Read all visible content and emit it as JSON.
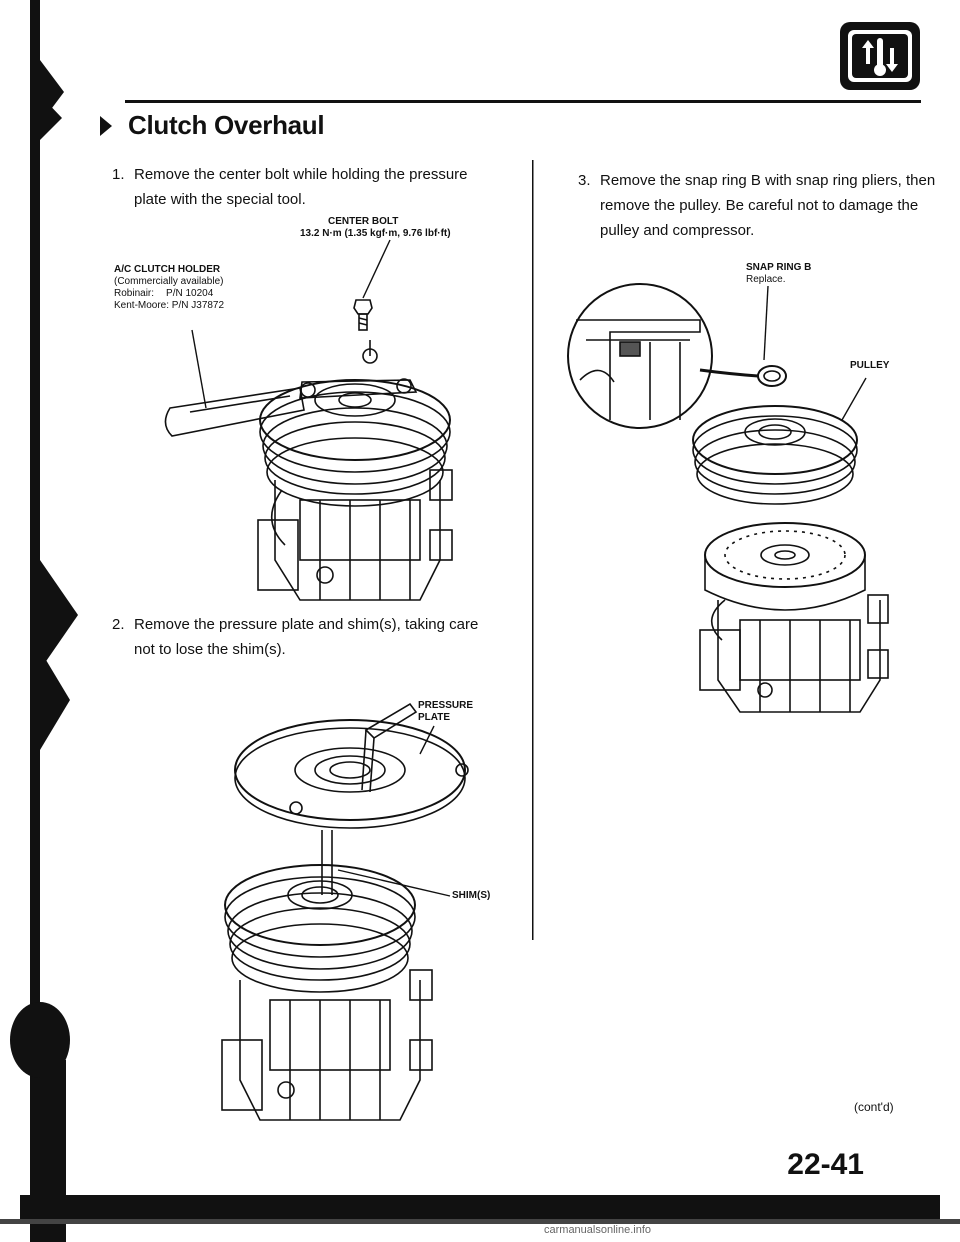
{
  "section": {
    "title": "Clutch Overhaul"
  },
  "steps": [
    {
      "number": "1.",
      "line1": "Remove the center bolt while holding the pressure",
      "line2": "plate with the special tool."
    },
    {
      "number": "2.",
      "line1": "Remove the pressure plate and shim(s), taking care",
      "line2": "not to lose the shim(s)."
    },
    {
      "number": "3.",
      "line1": "Remove the snap ring B with snap ring pliers, then",
      "line2": "remove the pulley. Be careful not to damage the",
      "line3": "pulley and compressor."
    }
  ],
  "callouts": {
    "center_bolt_title": "CENTER BOLT",
    "center_bolt_torque": "13.2 N·m (1.35 kgf·m, 9.76 lbf·ft)",
    "holder_title": "A/C CLUTCH HOLDER",
    "holder_note": "(Commercially available)",
    "holder_robinair_label": "Robinair:",
    "holder_robinair_pn": "P/N 10204",
    "holder_kentmoore": "Kent-Moore: P/N J37872",
    "pressure_plate_1": "PRESSURE",
    "pressure_plate_2": "PLATE",
    "shims": "SHIM(S)",
    "snap_ring_title": "SNAP RING B",
    "snap_ring_note": "Replace.",
    "pulley": "PULLEY"
  },
  "footer": {
    "contd": "(cont'd)",
    "page_number": "22-41",
    "watermark": "carmanualsonline.info"
  },
  "header_icon": "ac-thermometer-icon"
}
